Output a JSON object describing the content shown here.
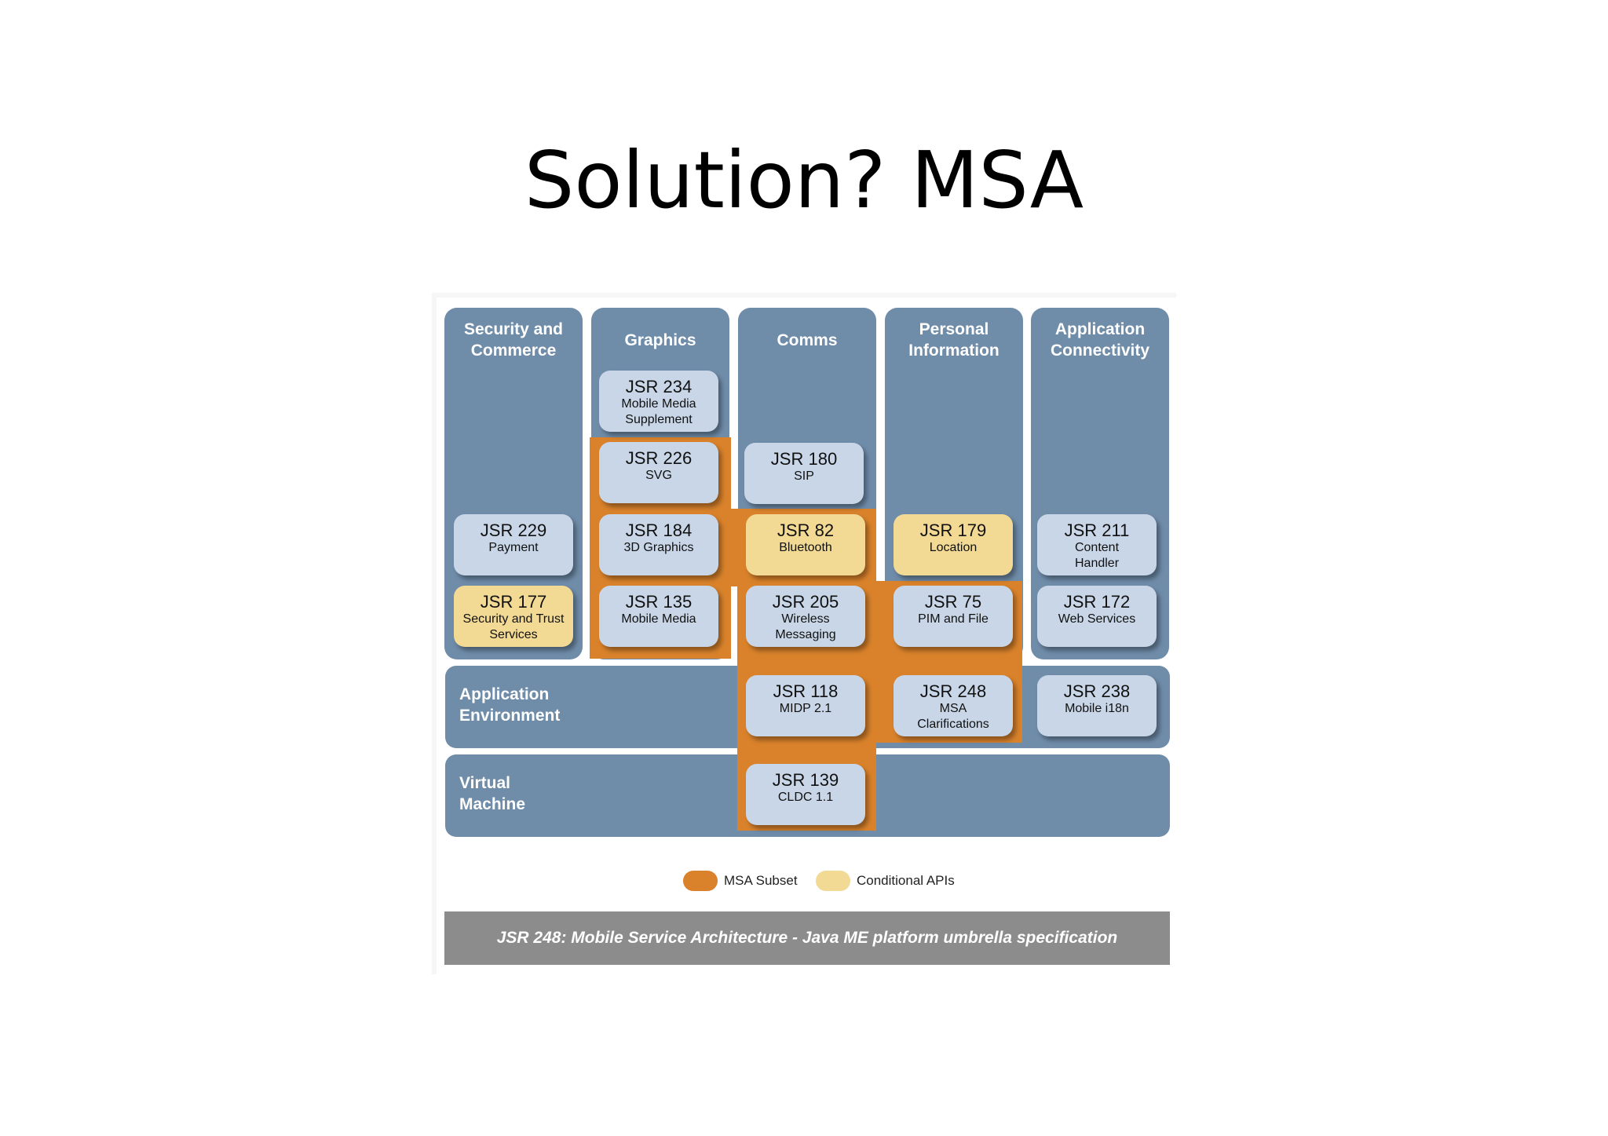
{
  "slide": {
    "title": "Solution? MSA"
  },
  "columns": [
    {
      "title": "Security and\nCommerce"
    },
    {
      "title": "Graphics"
    },
    {
      "title": "Comms"
    },
    {
      "title": "Personal\nInformation"
    },
    {
      "title": "Application\nConnectivity"
    }
  ],
  "rows": [
    {
      "label": "Application\nEnvironment"
    },
    {
      "label": "Virtual\nMachine"
    }
  ],
  "boxes": [
    {
      "id": "jsr234",
      "name": "JSR 234",
      "desc": "Mobile Media\nSupplement",
      "category": "none"
    },
    {
      "id": "jsr226",
      "name": "JSR 226",
      "desc": "SVG",
      "category": "msa"
    },
    {
      "id": "jsr180",
      "name": "JSR 180",
      "desc": "SIP",
      "category": "none"
    },
    {
      "id": "jsr229",
      "name": "JSR 229",
      "desc": "Payment",
      "category": "none"
    },
    {
      "id": "jsr184",
      "name": "JSR 184",
      "desc": "3D Graphics",
      "category": "msa"
    },
    {
      "id": "jsr82",
      "name": "JSR 82",
      "desc": "Bluetooth",
      "category": "conditional"
    },
    {
      "id": "jsr179",
      "name": "JSR 179",
      "desc": "Location",
      "category": "conditional"
    },
    {
      "id": "jsr211",
      "name": "JSR 211",
      "desc": "Content\nHandler",
      "category": "none"
    },
    {
      "id": "jsr177",
      "name": "JSR 177",
      "desc": "Security and Trust\nServices",
      "category": "conditional"
    },
    {
      "id": "jsr135",
      "name": "JSR 135",
      "desc": "Mobile Media",
      "category": "msa"
    },
    {
      "id": "jsr205",
      "name": "JSR 205",
      "desc": "Wireless\nMessaging",
      "category": "msa"
    },
    {
      "id": "jsr75",
      "name": "JSR 75",
      "desc": "PIM and File",
      "category": "msa"
    },
    {
      "id": "jsr172",
      "name": "JSR 172",
      "desc": "Web Services",
      "category": "none"
    },
    {
      "id": "jsr118",
      "name": "JSR 118",
      "desc": "MIDP 2.1",
      "category": "msa"
    },
    {
      "id": "jsr248",
      "name": "JSR 248",
      "desc": "MSA\nClarifications",
      "category": "msa"
    },
    {
      "id": "jsr238",
      "name": "JSR 238",
      "desc": "Mobile i18n",
      "category": "none"
    },
    {
      "id": "jsr139",
      "name": "JSR 139",
      "desc": "CLDC 1.1",
      "category": "msa"
    }
  ],
  "legend": {
    "items": [
      {
        "label": "MSA Subset",
        "color": "#d9822b"
      },
      {
        "label": "Conditional APIs",
        "color": "#f2d994"
      }
    ]
  },
  "banner": {
    "text": "JSR 248: Mobile Service Architecture - Java ME platform umbrella specification"
  },
  "colors": {
    "column": "#6f8ca9",
    "box": "#c8d6e7",
    "conditional": "#f2d994",
    "msa": "#d9822b",
    "banner": "#8c8c8c"
  }
}
